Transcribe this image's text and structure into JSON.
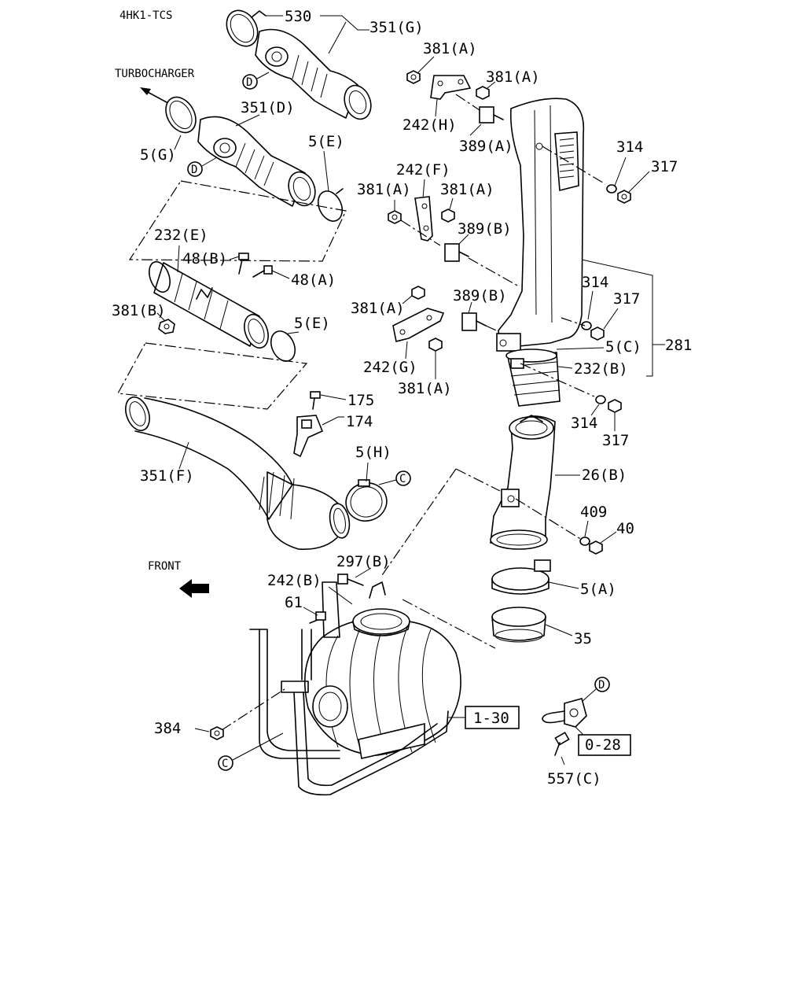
{
  "engine_code": "4HK1-TCS",
  "direction_labels": {
    "turbocharger": "TURBOCHARGER",
    "front": "FRONT"
  },
  "parts": {
    "p530": "530",
    "p351g": "351(G)",
    "p381a_1": "381(A)",
    "p381a_2": "381(A)",
    "p242h": "242(H)",
    "p389a": "389(A)",
    "p351d": "351(D)",
    "p5g": "5(G)",
    "p5e_1": "5(E)",
    "p314_1": "314",
    "p317_1": "317",
    "p242f": "242(F)",
    "p381a_3": "381(A)",
    "p381a_4": "381(A)",
    "p389b_1": "389(B)",
    "p232e": "232(E)",
    "p48b": "48(B)",
    "p48a": "48(A)",
    "p381b": "381(B)",
    "p5e_2": "5(E)",
    "p381a_5": "381(A)",
    "p389b_2": "389(B)",
    "p314_2": "314",
    "p317_2": "317",
    "p5c": "5(C)",
    "p281": "281",
    "p232b": "232(B)",
    "p242g": "242(G)",
    "p381a_6": "381(A)",
    "p175": "175",
    "p174": "174",
    "p314_3": "314",
    "p317_3": "317",
    "p5h": "5(H)",
    "p351f": "351(F)",
    "p26b": "26(B)",
    "p409": "409",
    "p40": "40",
    "p297b": "297(B)",
    "p242b": "242(B)",
    "p61": "61",
    "p5a": "5(A)",
    "p35": "35",
    "p384": "384",
    "p557c": "557(C)"
  },
  "references": {
    "ref_1_30": "1-30",
    "ref_0_28": "0-28"
  },
  "markers": {
    "d": "D",
    "c": "C"
  }
}
